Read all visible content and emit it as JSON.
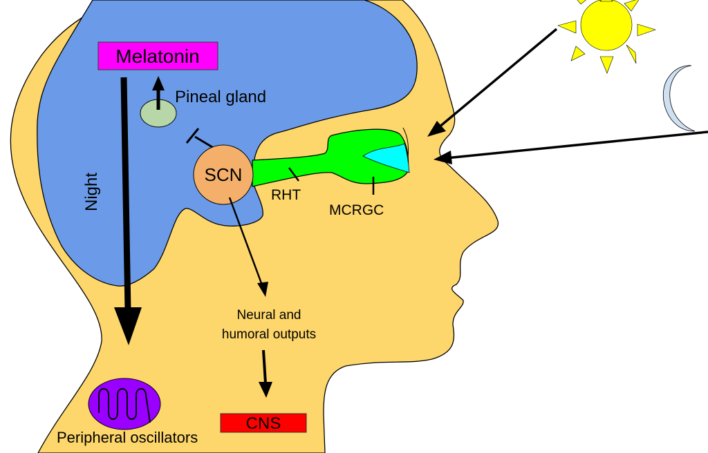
{
  "labels": {
    "melatonin": "Melatonin",
    "pineal_gland": "Pineal gland",
    "scn": "SCN",
    "rht": "RHT",
    "mcrgc": "MCRGC",
    "night": "Night",
    "neural_outputs_line1": "Neural and",
    "neural_outputs_line2": "humoral outputs",
    "cns": "CNS",
    "peripheral_oscillators": "Peripheral oscillators"
  },
  "colors": {
    "head": "#fdd66c",
    "brain": "#6b9be8",
    "melatonin_box": "#ff00ff",
    "pineal": "#b7d7a8",
    "scn": "#f4b06a",
    "retina_tract": "#00ff00",
    "eye": "#00ffff",
    "cns_box": "#ff0000",
    "oscillator": "#9900ff",
    "sun": "#ffff00",
    "moon": "#cfe0f3"
  },
  "icons": [
    "sun-icon",
    "moon-icon"
  ]
}
